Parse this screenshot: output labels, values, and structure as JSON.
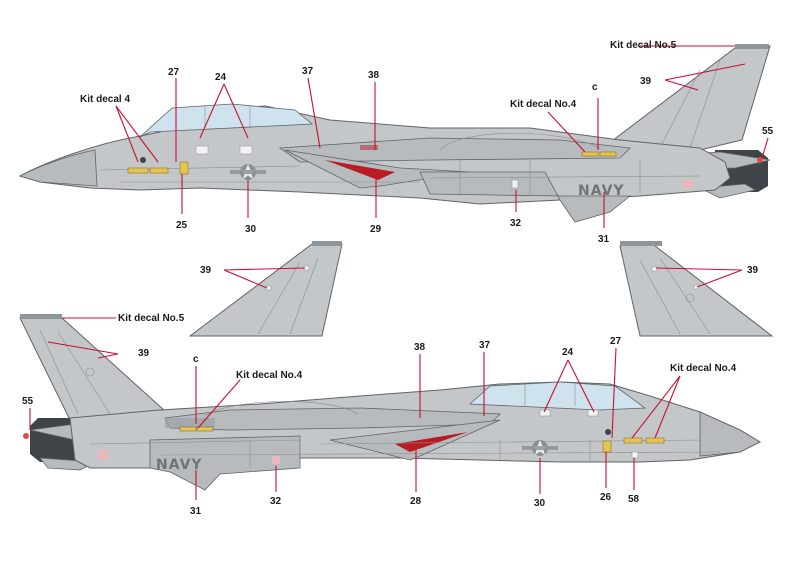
{
  "upper_view": {
    "callouts": {
      "n27": "27",
      "n24": "24",
      "n37": "37",
      "n38": "38",
      "nc": "c",
      "n39": "39",
      "n55": "55",
      "n25": "25",
      "n30": "30",
      "n29": "29",
      "n32": "32",
      "n31": "31"
    },
    "kit_labels": {
      "k4": "Kit decal 4",
      "kno4": "Kit decal No.4",
      "kno5": "Kit decal No.5"
    },
    "fuselage_text": "NAVY"
  },
  "fin_views": {
    "left_fin_label": "39",
    "right_fin_label": "39"
  },
  "lower_view": {
    "callouts": {
      "n55": "55",
      "n39": "39",
      "nc": "c",
      "n38": "38",
      "n37": "37",
      "n24": "24",
      "n27": "27",
      "n31": "31",
      "n32": "32",
      "n28": "28",
      "n30": "30",
      "n26": "26",
      "n58": "58"
    },
    "kit_labels": {
      "kno5": "Kit decal No.5",
      "kno4a": "Kit decal No.4",
      "kno4b": "Kit decal No.4"
    },
    "fuselage_text": "NAVY"
  },
  "colors": {
    "airframe": "#c3c7ca",
    "leader_line": "#c8102e",
    "stencil_yellow": "#e6c44d",
    "canopy": "#cfe3ee"
  }
}
